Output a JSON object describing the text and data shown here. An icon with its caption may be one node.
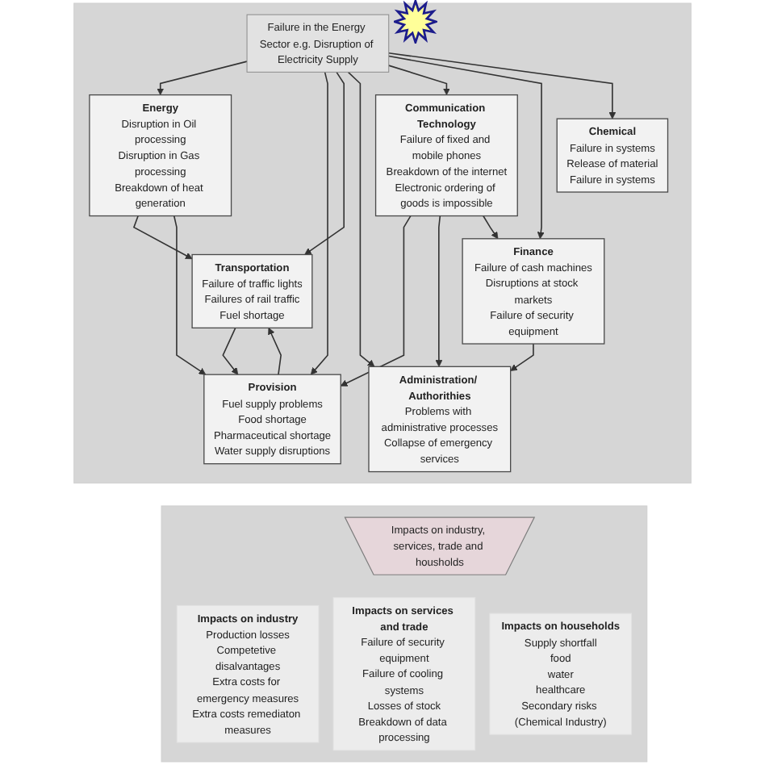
{
  "diagram": {
    "nodes": [
      {
        "text": [],
        "shape": "box"
      },
      {
        "text": [
          "Failure in the Energy Sector e.g. Disruption of Electricity Supply"
        ],
        "in": 0
      },
      {
        "text": [
          "Energy",
          "Disruption in Oil processing",
          "Disruption in Gas processing",
          "Breakdown of heat generation"
        ],
        "in": 0
      },
      {
        "text": [
          "Transportation",
          "Failure of traffic lights",
          "Failures of rail traffic",
          "Fuel shortage"
        ],
        "in": 0
      },
      {
        "text": [
          "Communication Technology",
          "Failure of fixed and mobile phones",
          "Breakdown of the internet",
          "Electronic ordering of goods is impossible"
        ],
        "in": 0
      },
      {
        "text": [
          "Chemical",
          "Failure in systems",
          "Release of material",
          "Failure in systems"
        ],
        "in": 0
      },
      {
        "text": [
          "Provision",
          "Fuel supply problems",
          "Food shortage",
          "Pharmaceutical shortage",
          "Water supply disruptions"
        ],
        "in": 0
      },
      {
        "text": [
          "Administration/ Authorithies",
          "Problems with administrative processes",
          "Collapse of emergency services"
        ],
        "in": 0
      },
      {
        "text": [
          "Finance",
          "Failure of cash machines",
          "Disruptions at stock markets",
          "Failure of security equipment"
        ],
        "in": 0
      },
      {
        "text": [],
        "shape": "box"
      },
      {
        "text": [
          "Impacts on industry, services, trade and housholds"
        ],
        "in": 9
      },
      {
        "text": [
          "Impacts on industry",
          "Production losses",
          "Competetive disalvantages",
          "Extra costs for emergency measures",
          "Extra costs remediaton measures"
        ],
        "in": 9
      },
      {
        "text": [
          "Impacts on services and trade",
          "Failure of security equipment",
          "Failure of cooling systems",
          "Losses of stock",
          "Breakdown of data processing"
        ],
        "in": 9
      },
      {
        "text": [
          "Impacts on households",
          "Supply shortfall",
          "food",
          "water",
          "healthcare",
          "Secondary risks (Chemical Industry)"
        ],
        "in": 9
      }
    ],
    "edges": [
      {
        "from": 1,
        "to": 2,
        "arrow": "to"
      },
      {
        "from": 1,
        "to": 6,
        "arrow": "to"
      },
      {
        "from": 1,
        "to": 3,
        "arrow": "to"
      },
      {
        "from": 1,
        "to": 7,
        "arrow": "to"
      },
      {
        "from": 1,
        "to": 4,
        "arrow": "to"
      },
      {
        "from": 1,
        "to": 8,
        "arrow": "to"
      },
      {
        "from": 1,
        "to": 5,
        "arrow": "to"
      },
      {
        "from": 2,
        "to": 3,
        "arrow": "to"
      },
      {
        "from": 2,
        "to": 6,
        "arrow": "to"
      },
      {
        "from": 6,
        "to": 3,
        "arrow": "to"
      },
      {
        "from": 3,
        "to": 6,
        "arrow": "to"
      },
      {
        "from": 4,
        "to": 6,
        "arrow": "to"
      },
      {
        "from": 4,
        "to": 7,
        "arrow": "to"
      },
      {
        "from": 4,
        "to": 8,
        "arrow": "to"
      },
      {
        "from": 8,
        "to": 7,
        "arrow": "to"
      }
    ]
  }
}
